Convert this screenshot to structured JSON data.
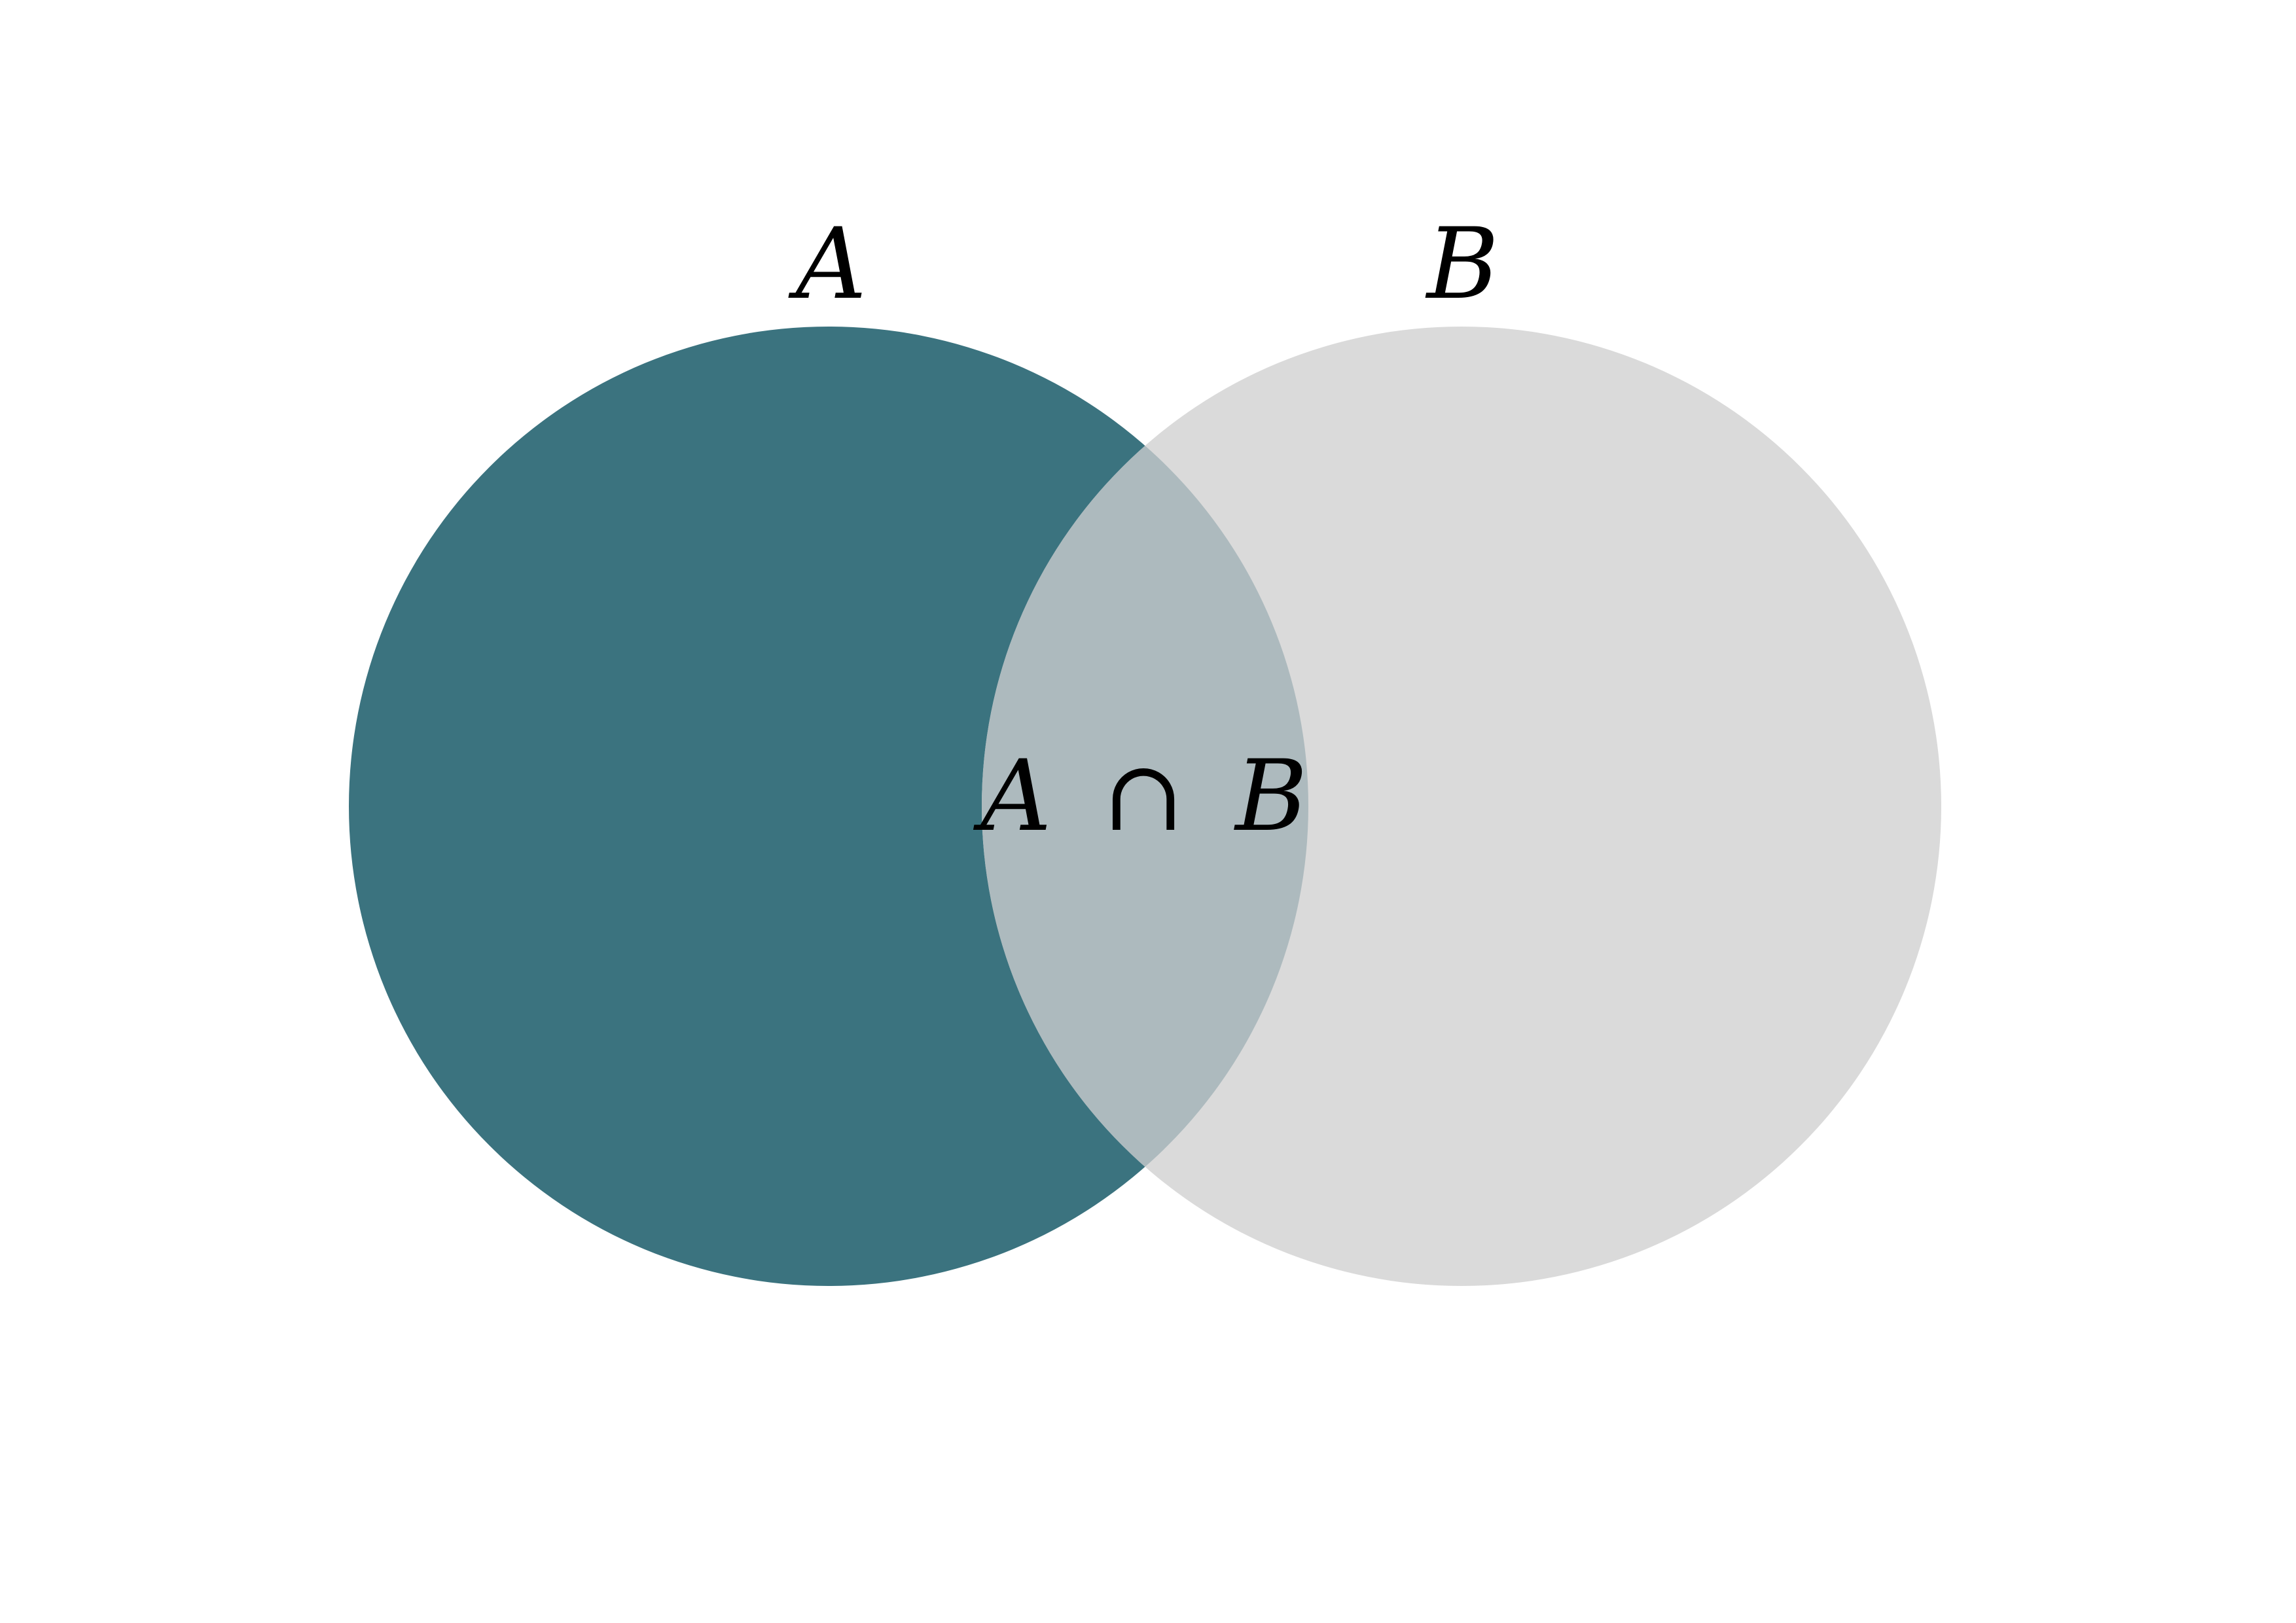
{
  "sets": [
    {
      "label": "A",
      "color": "#3b737f"
    },
    {
      "label": "B",
      "color": "#dadada"
    }
  ],
  "intersection": {
    "label_left": "A",
    "operator": "∩",
    "label_right": "B",
    "color": "#adbabe"
  },
  "background": "#ffffff"
}
